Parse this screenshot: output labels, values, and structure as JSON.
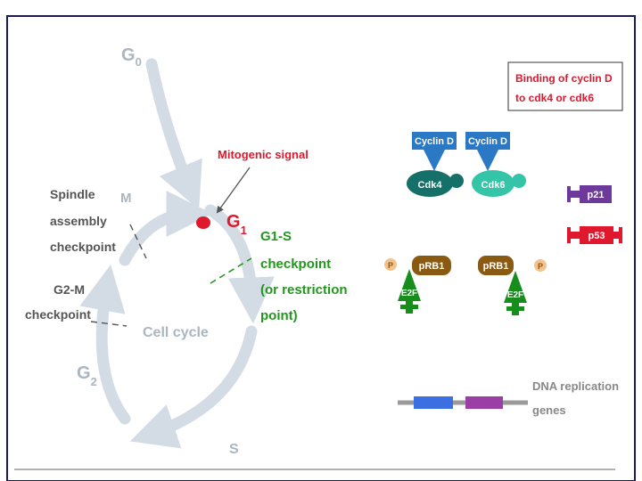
{
  "cycle": {
    "phases": {
      "g0": "G",
      "g0_sub": "0",
      "g1": "G",
      "g1_sub": "1",
      "g2": "G",
      "g2_sub": "2",
      "m": "M",
      "s": "S"
    },
    "center_label": "Cell cycle",
    "mitogenic_signal": "Mitogenic signal",
    "spindle_checkpoint": [
      "Spindle",
      "assembly",
      "checkpoint"
    ],
    "g2m_checkpoint": [
      "G2-M",
      "checkpoint"
    ],
    "g1s_checkpoint": [
      "G1-S",
      "checkpoint",
      "(or restriction",
      "point)"
    ]
  },
  "legend": {
    "binding_note": [
      "Binding of cyclin D",
      "to cdk4 or cdk6"
    ]
  },
  "molecules": {
    "cyclin_d_1": "Cyclin D",
    "cyclin_d_2": "Cyclin D",
    "cdk4": "Cdk4",
    "cdk6": "Cdk6",
    "p21": "p21",
    "p53": "p53",
    "prb1_left": "pRB1",
    "prb1_right": "pRB1",
    "e2f_left": "E2F",
    "e2f_right": "E2F",
    "phosphate_left": "P",
    "phosphate_right": "P"
  },
  "dna": {
    "label": [
      "DNA replication",
      "genes"
    ]
  },
  "colors": {
    "cycle_arrow": "#d3dce5",
    "cycle_text": "#555555",
    "checkpoint_green": "#22961f",
    "signal_red": "#e0182d",
    "cyclin_blue": "#2b78c5",
    "cdk4_teal": "#15706a",
    "cdk6_teal": "#34c4a8",
    "p21_purple": "#6d3a9c",
    "prb1_brown": "#8a5a12",
    "phosphate_peach": "#f4c28d",
    "e2f_green": "#178e1c",
    "dna_blue": "#3c6fe0",
    "dna_purple": "#9b3fa7",
    "frame_navy": "#1a1a5e"
  }
}
